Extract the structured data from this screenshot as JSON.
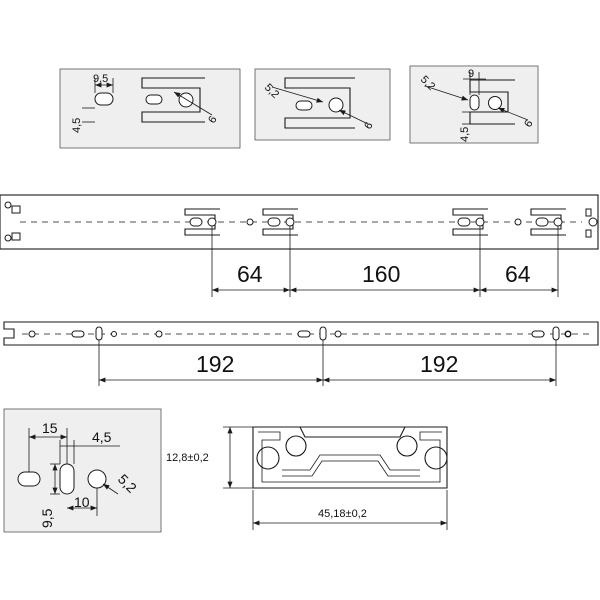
{
  "details": {
    "a": {
      "w": "9,5",
      "h": "4,5",
      "r": "6"
    },
    "b": {
      "d": "5,2",
      "r": "6"
    },
    "c": {
      "d": "5,2",
      "w": "9",
      "h": "4,5",
      "r": "6"
    }
  },
  "rail_top": {
    "d1": "64",
    "d2": "160",
    "d3": "64"
  },
  "rail_mid": {
    "d1": "192",
    "d2": "192"
  },
  "detail_bottom": {
    "a": "15",
    "b": "4,5",
    "c": "10",
    "h": "9,5",
    "d": "5,2"
  },
  "section": {
    "height": "12,8±0,2",
    "width": "45,18±0,2"
  }
}
